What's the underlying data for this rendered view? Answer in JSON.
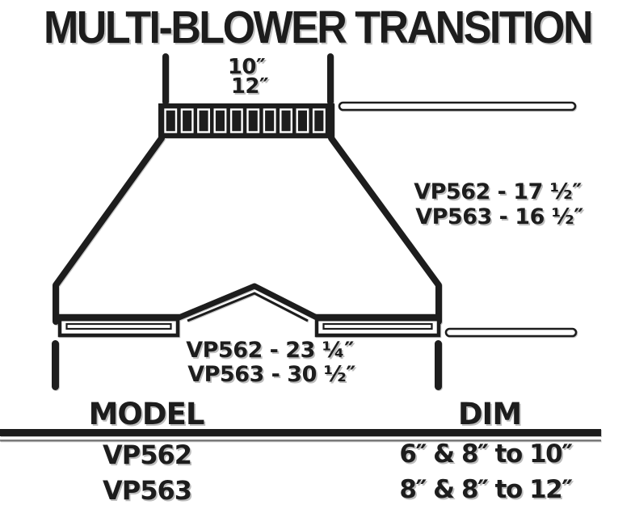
{
  "title": "MULTI-BLOWER TRANSITION",
  "colors": {
    "ink": "#1d1d1d",
    "background": "#ffffff"
  },
  "diagram": {
    "top_collar_labels": [
      "10″",
      "12″"
    ],
    "height_dims": [
      "VP562 - 17 ½″",
      "VP563 - 16 ½″"
    ],
    "width_dims": [
      "VP562 - 23 ¼″",
      "VP563 - 30 ½″"
    ]
  },
  "table": {
    "headers": {
      "model": "MODEL",
      "dim": "DIM"
    },
    "rows": [
      {
        "model": "VP562",
        "dim": "6″ & 8″ to 10″"
      },
      {
        "model": "VP563",
        "dim": "8″ & 8″ to 12″"
      }
    ]
  }
}
